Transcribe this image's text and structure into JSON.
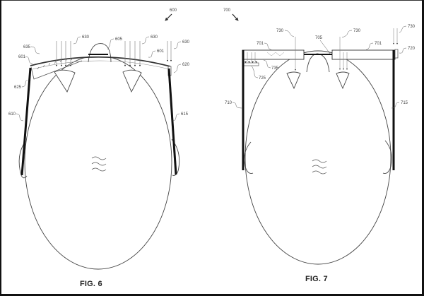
{
  "figures": [
    {
      "id": "fig6",
      "caption": "FIG. 6",
      "ref": "600",
      "labels": {
        "l635": "635",
        "l601a": "601",
        "l630a": "630",
        "l605": "605",
        "l630b": "630",
        "l601b": "601",
        "l630c": "630",
        "l620": "620",
        "l625": "625",
        "l610": "610",
        "l615": "615"
      }
    },
    {
      "id": "fig7",
      "caption": "FIG. 7",
      "ref": "700",
      "labels": {
        "l730a": "730",
        "l705": "705",
        "l730b": "730",
        "l730c": "730",
        "l701a": "701",
        "l701b": "701",
        "l720": "720",
        "l735": "735",
        "l725": "725",
        "l710": "710",
        "l715": "715"
      }
    }
  ],
  "colors": {
    "line": "#222222",
    "thin": "#555555",
    "background": "#ffffff"
  }
}
